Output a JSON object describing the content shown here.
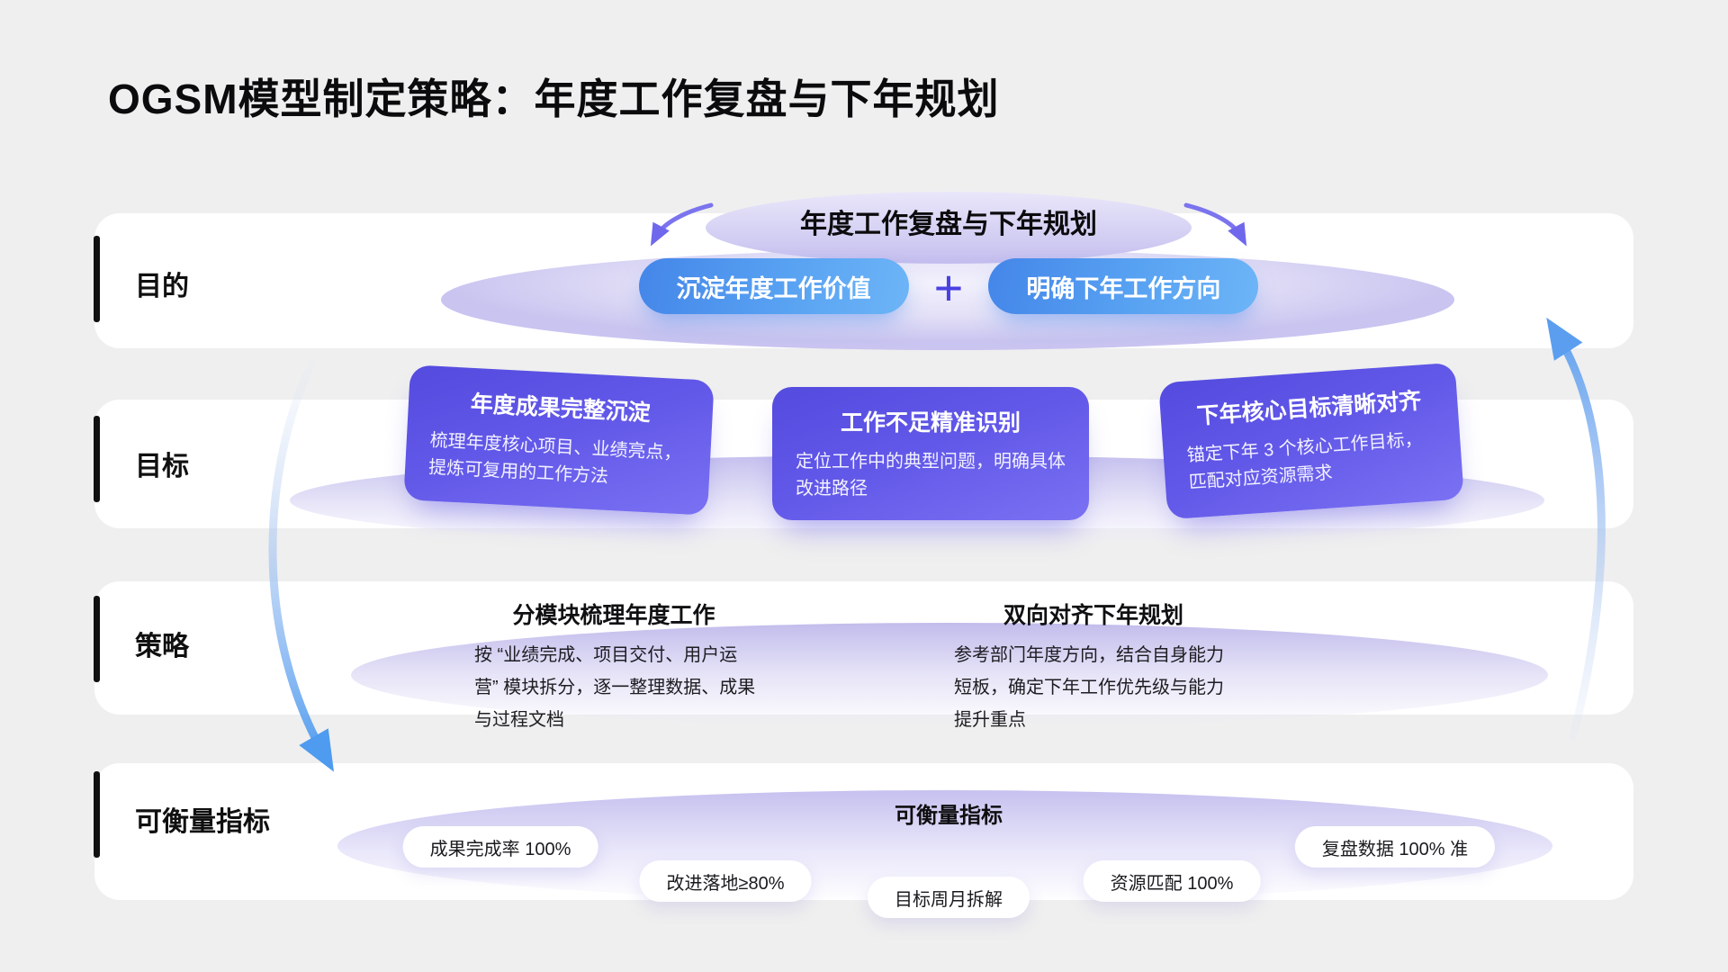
{
  "page": {
    "title": "OGSM模型制定策略：年度工作复盘与下年规划"
  },
  "purpose_row": {
    "label": "目的",
    "ellipse_title": "年度工作复盘与下年规划",
    "plus": "+",
    "buttons": [
      {
        "label": "沉淀年度工作价值"
      },
      {
        "label": "明确下年工作方向"
      }
    ]
  },
  "goals_row": {
    "label": "目标",
    "cards": [
      {
        "title": "年度成果完整沉淀",
        "body": "梳理年度核心项目、业绩亮点，提炼可复用的工作方法"
      },
      {
        "title": "工作不足精准识别",
        "body": "定位工作中的典型问题，明确具体改进路径"
      },
      {
        "title": "下年核心目标清晰对齐",
        "body": "锚定下年 3 个核心工作目标，匹配对应资源需求"
      }
    ]
  },
  "strategy_row": {
    "label": "策略",
    "columns": [
      {
        "title": "分模块梳理年度工作",
        "body": "按 “业绩完成、项目交付、用户运营” 模块拆分，逐一整理数据、成果与过程文档"
      },
      {
        "title": "双向对齐下年规划",
        "body": "参考部门年度方向，结合自身能力短板，确定下年工作优先级与能力提升重点"
      }
    ]
  },
  "measures_row": {
    "label": "可衡量指标",
    "ellipse_title": "可衡量指标",
    "pills": [
      "成果完成率 100%",
      "改进落地≥80%",
      "目标周月拆解",
      "资源匹配 100%",
      "复盘数据 100% 准"
    ]
  },
  "colors": {
    "background": "#efefef",
    "row_bg": "#ffffff",
    "button_gradient_start": "#4486e9",
    "button_gradient_end": "#6db5f7",
    "card_gradient_start": "#544bdf",
    "card_gradient_end": "#7a71f3",
    "ellipse_lavender": "#c6c1ef",
    "big_arrow_blue": "#5b9ef0",
    "small_arrow_indigo": "#7b74ee",
    "plus_indigo": "#4a41e2"
  }
}
